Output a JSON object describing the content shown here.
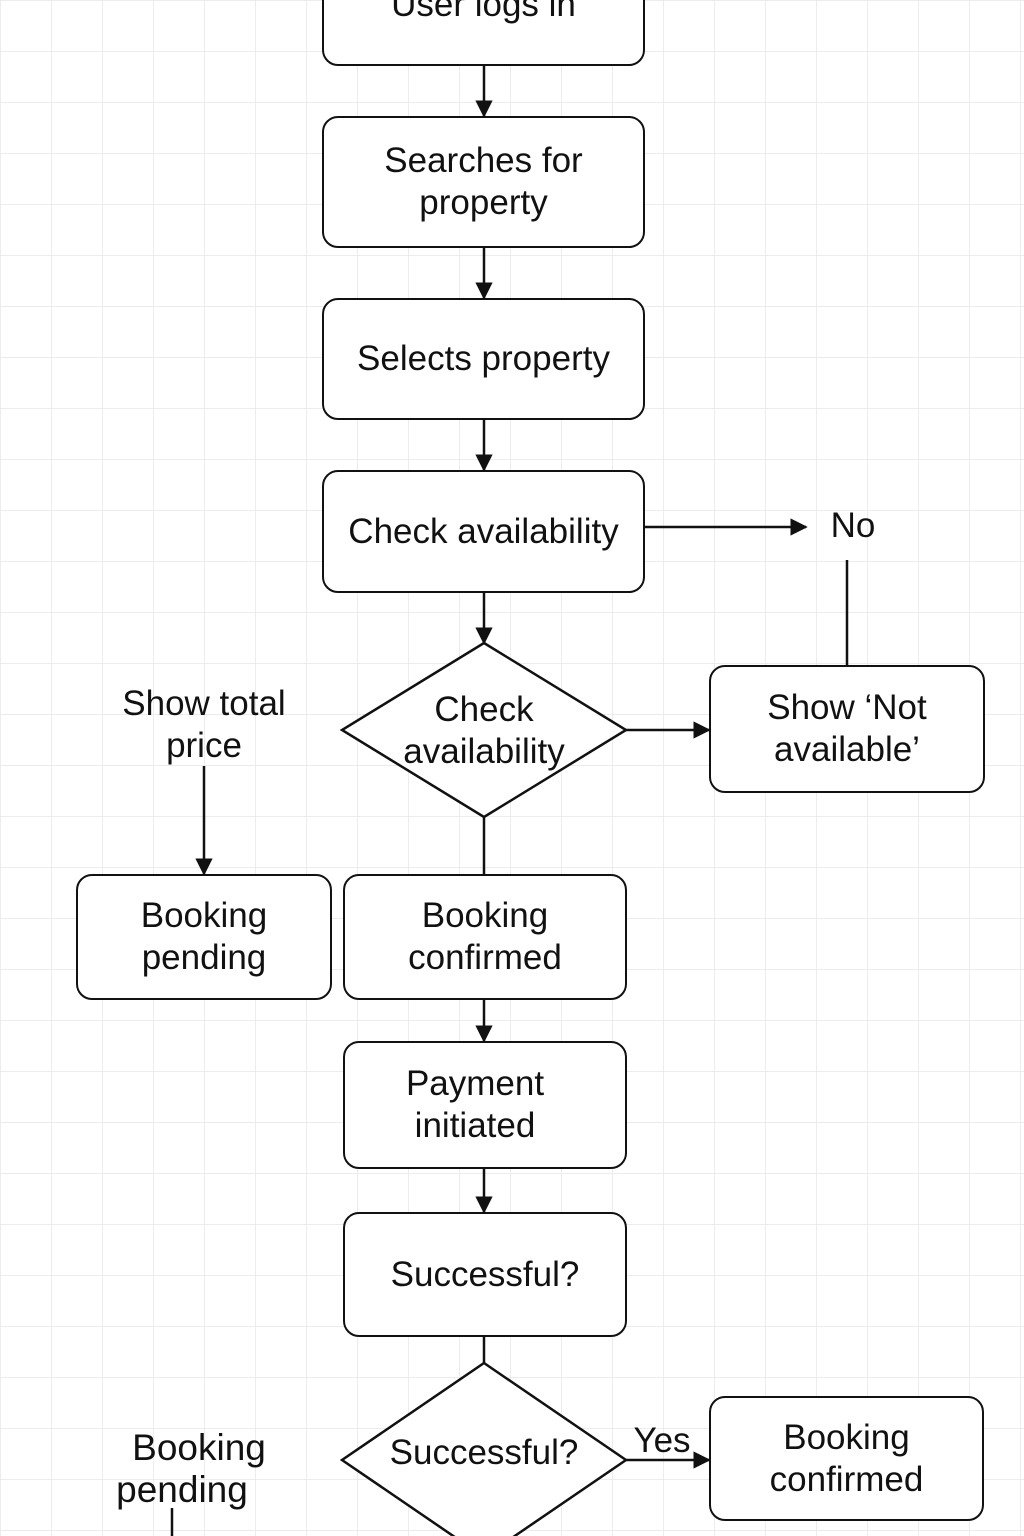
{
  "diagram": {
    "nodes": {
      "user_logs_in": "User logs in",
      "searches": [
        "Searches for",
        "property"
      ],
      "selects": "Selects property",
      "check_availability_box": "Check availability",
      "check_availability_diamond": [
        "Check",
        "availability"
      ],
      "show_not_available": [
        "Show ‘Not",
        "available’"
      ],
      "show_total_price": [
        "Show total",
        "price"
      ],
      "booking_pending_box": [
        "Booking",
        "pending"
      ],
      "booking_confirmed_box": [
        "Booking",
        "confirmed"
      ],
      "payment_initiated": [
        "Payment",
        "initiated"
      ],
      "successful_box": "Successful?",
      "successful_diamond": "Successful?",
      "booking_pending_label": [
        "Booking",
        "pending"
      ],
      "booking_confirmed_final": [
        "Booking",
        "confirmed"
      ]
    },
    "edge_labels": {
      "no": "No",
      "yes": "Yes"
    }
  }
}
